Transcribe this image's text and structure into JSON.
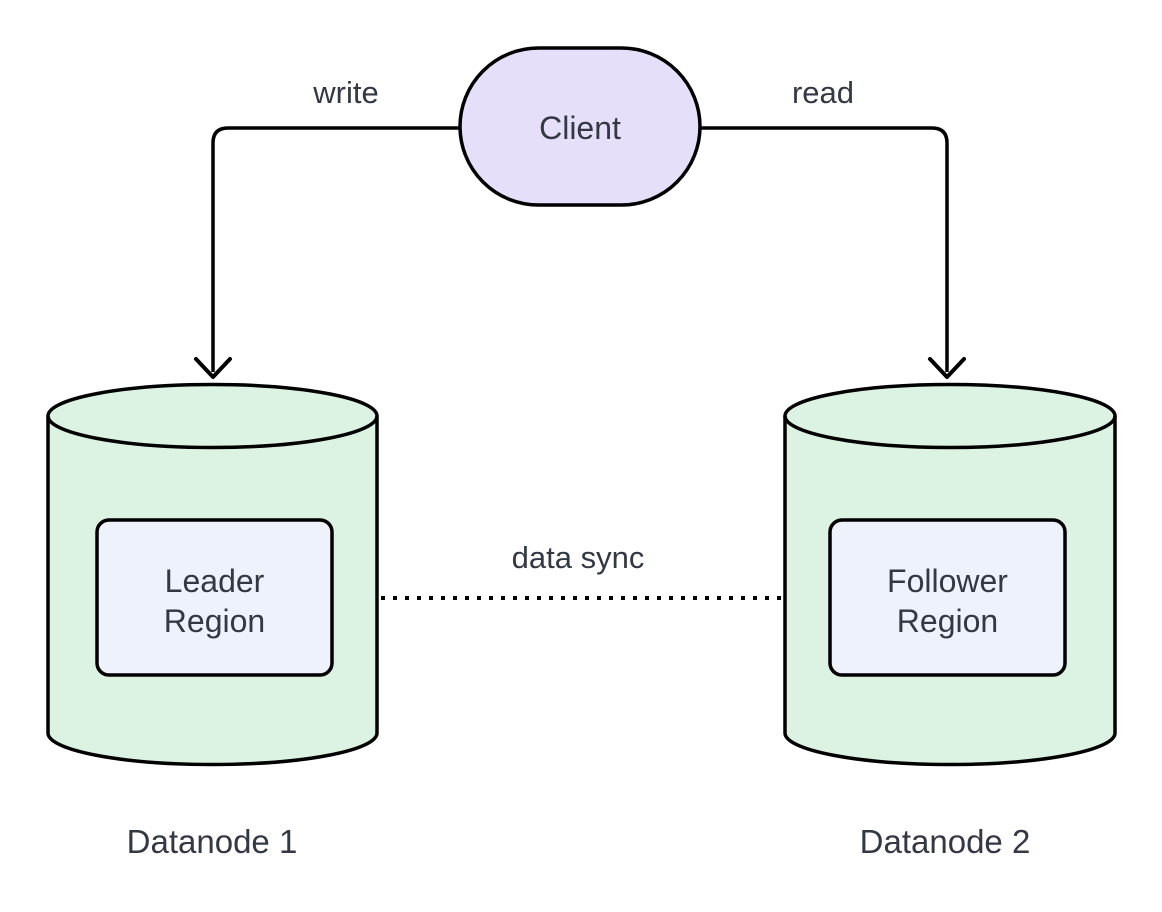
{
  "diagram": {
    "kind": "flowchart",
    "colors": {
      "background": "#ffffff",
      "client_fill": "#e6dffa",
      "cylinder_fill": "#dcf3e3",
      "region_fill": "#eef2fc",
      "stroke": "#000000",
      "text": "#333844"
    },
    "nodes": {
      "client": {
        "label": "Client",
        "shape": "stadium"
      },
      "datanode1": {
        "caption": "Datanode 1",
        "shape": "cylinder",
        "region": {
          "line1": "Leader",
          "line2": "Region"
        }
      },
      "datanode2": {
        "caption": "Datanode 2",
        "shape": "cylinder",
        "region": {
          "line1": "Follower",
          "line2": "Region"
        }
      }
    },
    "edges": {
      "write": {
        "label": "write",
        "from": "Client",
        "to": "Datanode 1",
        "style": "solid"
      },
      "read": {
        "label": "read",
        "from": "Client",
        "to": "Datanode 2",
        "style": "solid"
      },
      "sync": {
        "label": "data sync",
        "from": "Leader Region",
        "to": "Follower Region",
        "style": "dotted"
      }
    }
  }
}
